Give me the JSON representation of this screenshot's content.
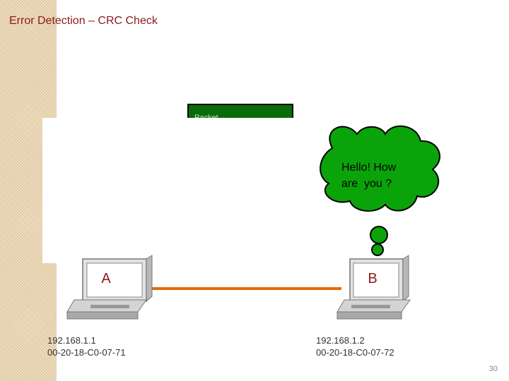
{
  "slide": {
    "title": "Error Detection – CRC Check",
    "page_number": "30"
  },
  "packet": {
    "label": "Packet"
  },
  "bubble": {
    "line1": "Hello! How",
    "line2": "are  you ?"
  },
  "host_a": {
    "letter": "A",
    "ip": "192.168.1.1",
    "mac": "00-20-18-C0-07-71"
  },
  "host_b": {
    "letter": "B",
    "ip": "192.168.1.2",
    "mac": "00-20-18-C0-07-72"
  },
  "colors": {
    "bubble": "#0aa30a",
    "link": "#e46c0a",
    "title": "#8b1a1a",
    "packet": "#0a6b0a"
  }
}
